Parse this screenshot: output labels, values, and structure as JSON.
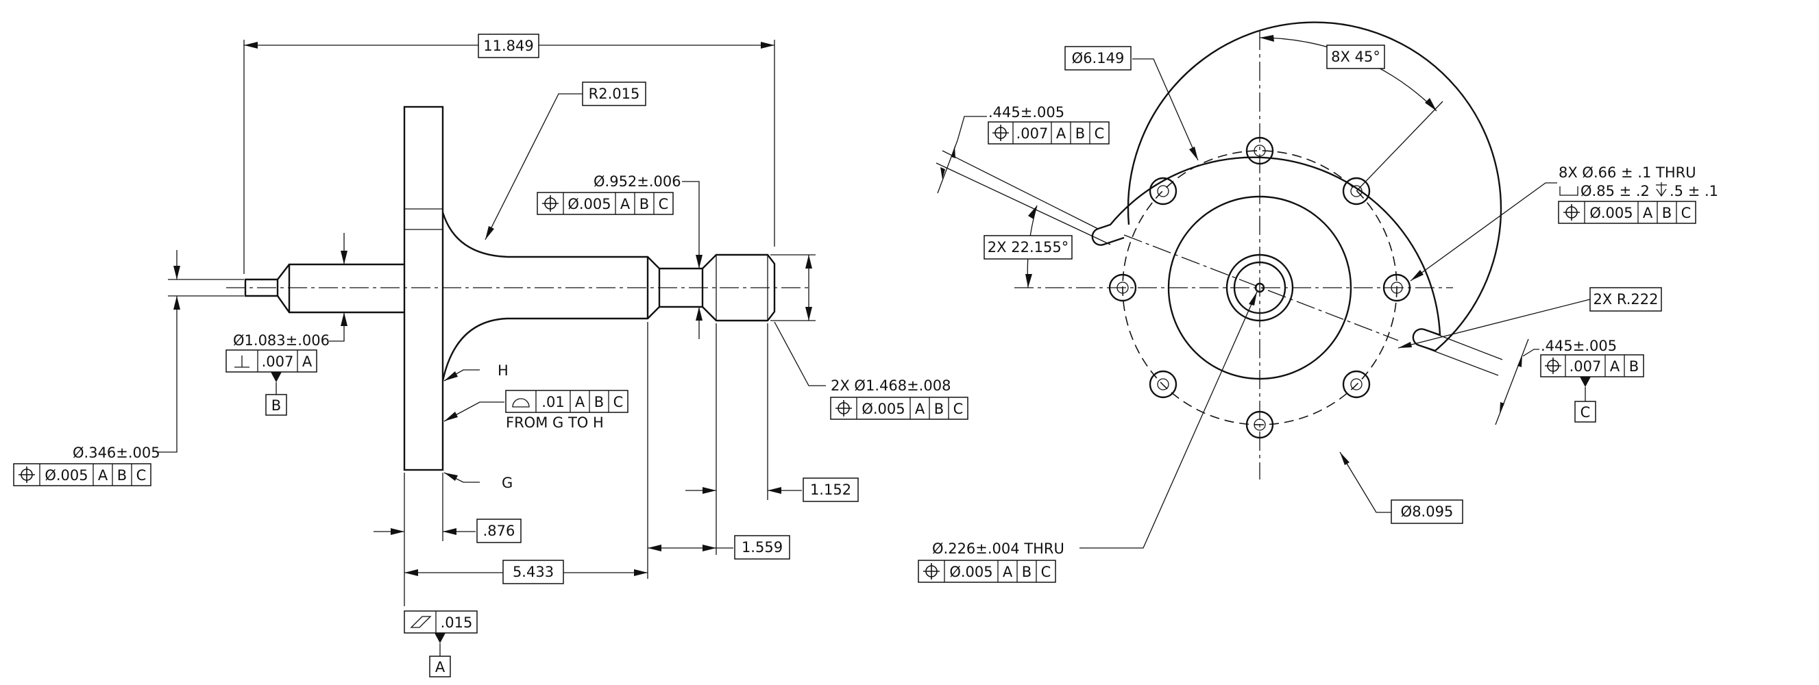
{
  "side_view": {
    "overall_length": "11.849",
    "fillet_radius": "R2.015",
    "neck_diameter": "Ø.952±.006",
    "neck_fcf": {
      "tolerance": "Ø.005",
      "datums": [
        "A",
        "B",
        "C"
      ]
    },
    "shaft_diameter": "Ø1.083±.006",
    "shaft_fcf": {
      "tolerance": ".007",
      "datums": [
        "A"
      ]
    },
    "datum_b": "B",
    "pilot_diameter": "Ø.346±.005",
    "pilot_fcf": {
      "tolerance": "Ø.005",
      "datums": [
        "A",
        "B",
        "C"
      ]
    },
    "label_h": "H",
    "label_g": "G",
    "profile_fcf": {
      "tolerance": ".01",
      "datums": [
        "A",
        "B",
        "C"
      ]
    },
    "profile_note": "FROM G TO H",
    "end_diameter": "2X Ø1.468±.008",
    "end_fcf": {
      "tolerance": "Ø.005",
      "datums": [
        "A",
        "B",
        "C"
      ]
    },
    "dim_1152": "1.152",
    "dim_1559": "1.559",
    "dim_876": ".876",
    "dim_5433": "5.433",
    "flatness_fcf": {
      "tolerance": ".015"
    },
    "datum_a": "A"
  },
  "front_view": {
    "bolt_circle": "Ø6.149",
    "hole_angle": "8X 45°",
    "slot_width_top": ".445±.005",
    "slot_top_fcf": {
      "tolerance": ".007",
      "datums": [
        "A",
        "B",
        "C"
      ]
    },
    "slot_angle": "2X 22.155°",
    "hole_callout": "8X Ø.66 ± .1 THRU",
    "counterbore": "Ø.85 ± .2",
    "counterbore_depth": ".5 ± .1",
    "hole_fcf": {
      "tolerance": "Ø.005",
      "datums": [
        "A",
        "B",
        "C"
      ]
    },
    "slot_radius": "2X R.222",
    "slot_width_right": ".445±.005",
    "slot_right_fcf": {
      "tolerance": ".007",
      "datums": [
        "A",
        "B"
      ]
    },
    "datum_c": "C",
    "outer_diameter": "Ø8.095",
    "center_hole": "Ø.226±.004 THRU",
    "center_fcf": {
      "tolerance": "Ø.005",
      "datums": [
        "A",
        "B",
        "C"
      ]
    }
  }
}
